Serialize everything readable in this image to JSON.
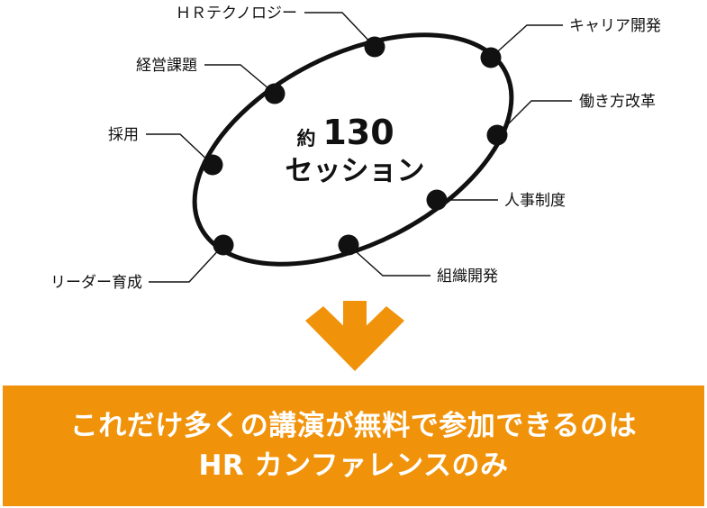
{
  "center": {
    "prefix": "約",
    "number": "130",
    "unit": "セッション"
  },
  "topics": [
    {
      "id": "hr-tech",
      "label": "ＨＲテクノロジー"
    },
    {
      "id": "career",
      "label": "キャリア開発"
    },
    {
      "id": "workstyle",
      "label": "働き方改革"
    },
    {
      "id": "hr-system",
      "label": "人事制度"
    },
    {
      "id": "org-dev",
      "label": "組織開発"
    },
    {
      "id": "leader",
      "label": "リーダー育成"
    },
    {
      "id": "recruit",
      "label": "採用"
    },
    {
      "id": "mgmt",
      "label": "経営課題"
    }
  ],
  "banner": {
    "line1": "これだけ多くの講演が無料で参加できるのは",
    "line2": "HR カンファレンスのみ"
  },
  "colors": {
    "accent": "#f0930b",
    "ink": "#111111",
    "banner_text": "#ffffff"
  }
}
